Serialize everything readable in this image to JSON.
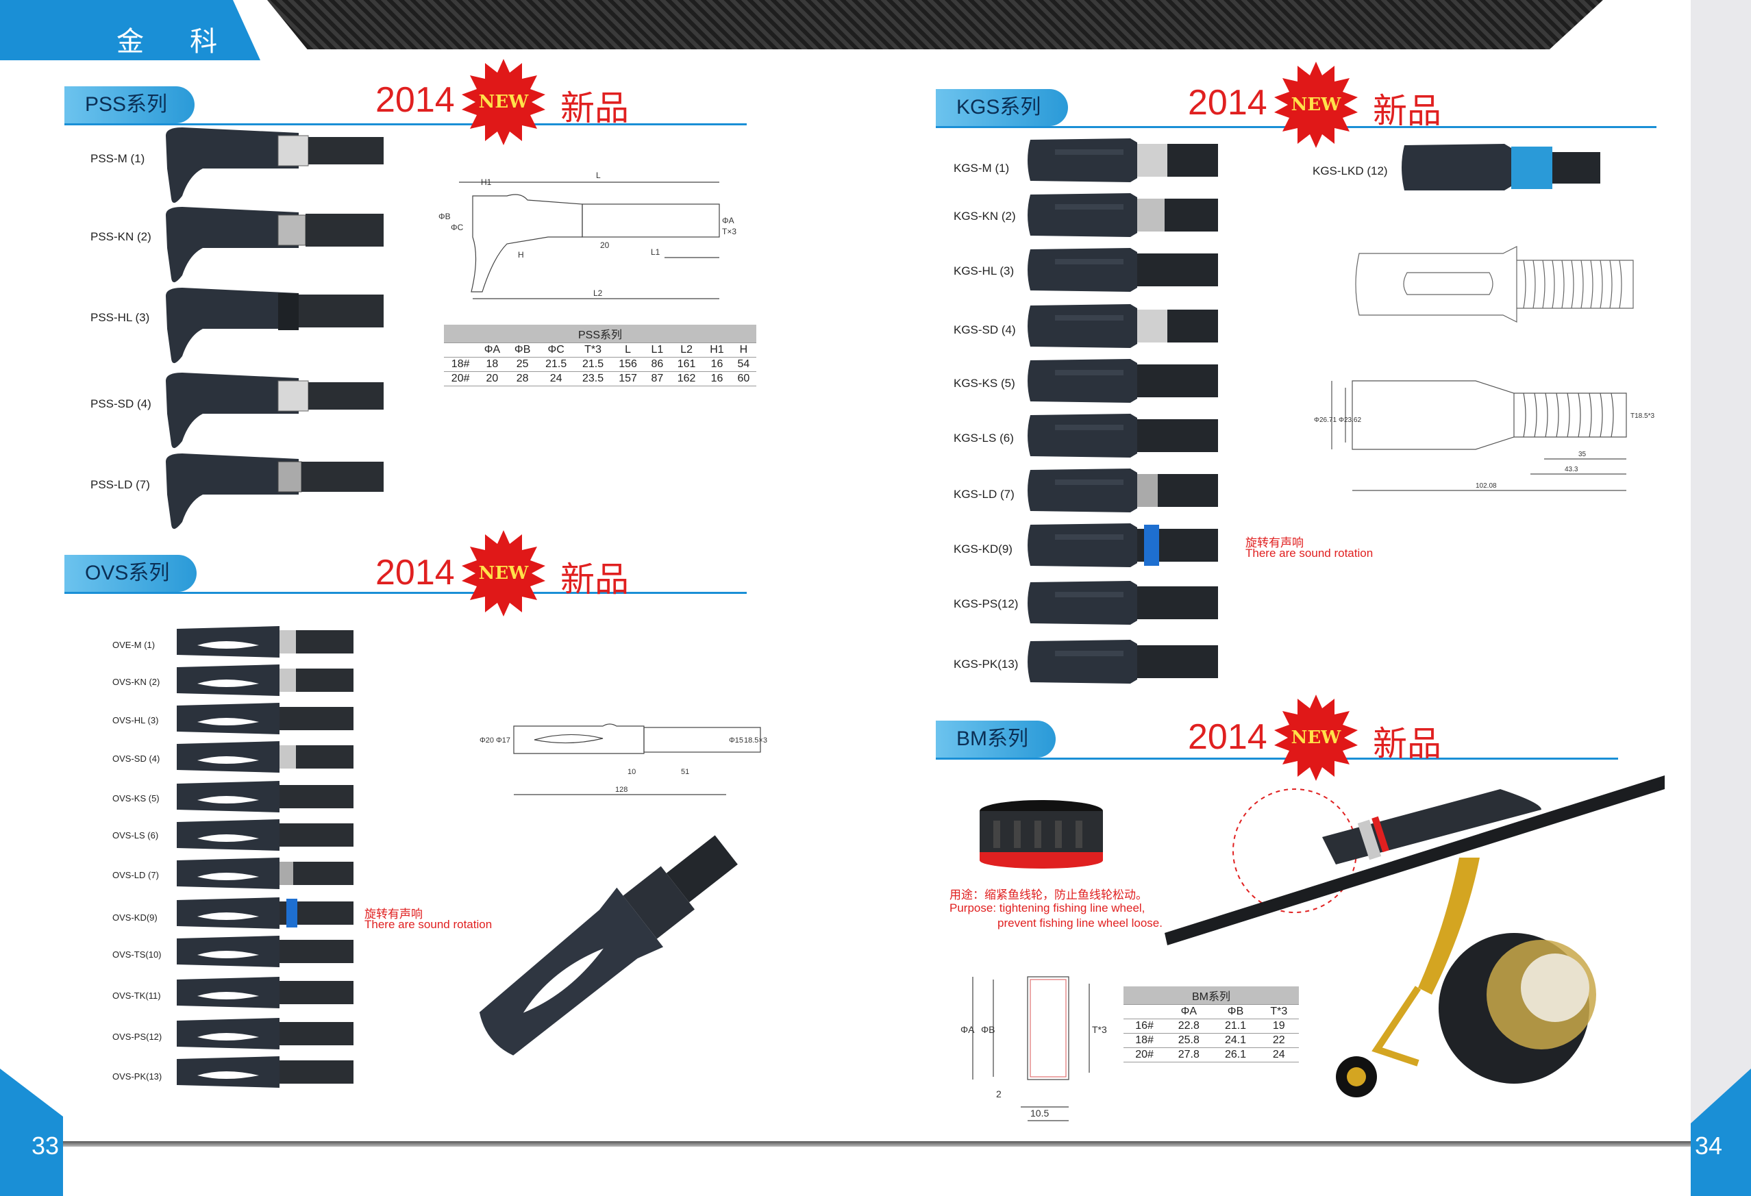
{
  "header": {
    "brand": "金 科"
  },
  "pages": {
    "left": "33",
    "right": "34"
  },
  "badge": {
    "year": "2014",
    "new": "NEW",
    "xinpin": "新品"
  },
  "pss": {
    "title": "PSS系列",
    "items": [
      "PSS-M (1)",
      "PSS-KN (2)",
      "PSS-HL (3)",
      "PSS-SD (4)",
      "PSS-LD (7)"
    ],
    "table": {
      "caption": "PSS系列",
      "headers": [
        "",
        "ΦA",
        "ΦB",
        "ΦC",
        "T*3",
        "L",
        "L1",
        "L2",
        "H1",
        "H"
      ],
      "rows": [
        [
          "18#",
          "18",
          "25",
          "21.5",
          "21.5",
          "156",
          "86",
          "161",
          "16",
          "54"
        ],
        [
          "20#",
          "20",
          "28",
          "24",
          "23.5",
          "157",
          "87",
          "162",
          "16",
          "60"
        ]
      ]
    },
    "drawing": {
      "L": "L",
      "H1": "H1",
      "B": "ΦB",
      "C": "ΦC",
      "H": "H",
      "d20": "20",
      "L1": "L1",
      "A": "ΦA",
      "T": "T×3",
      "L2": "L2"
    }
  },
  "ovs": {
    "title": "OVS系列",
    "items": [
      "OVE-M (1)",
      "OVS-KN (2)",
      "OVS-HL (3)",
      "OVS-SD (4)",
      "OVS-KS (5)",
      "OVS-LS (6)",
      "OVS-LD (7)",
      "OVS-KD(9)",
      "OVS-TS(10)",
      "OVS-TK(11)",
      "OVS-PS(12)",
      "OVS-PK(13)"
    ],
    "note_cn": "旋转有声响",
    "note_en": "There are sound rotation",
    "drawing": {
      "d20": "Φ20",
      "d17": "Φ17",
      "d15": "Φ15",
      "t": "18.5×3",
      "a": "10",
      "b": "51",
      "total": "128"
    }
  },
  "kgs": {
    "title": "KGS系列",
    "items": [
      "KGS-M (1)",
      "KGS-KN (2)",
      "KGS-HL (3)",
      "KGS-SD (4)",
      "KGS-KS (5)",
      "KGS-LS (6)",
      "KGS-LD (7)",
      "KGS-KD(9)",
      "KGS-PS(12)",
      "KGS-PK(13)"
    ],
    "extra": "KGS-LKD (12)",
    "note_cn": "旋转有声响",
    "note_en": "There are sound rotation",
    "drawing": {
      "d1": "Φ26.71",
      "d2": "Φ23.62",
      "t": "T18.5*3",
      "a": "35",
      "b": "43.3",
      "total": "102.08"
    }
  },
  "bm": {
    "title": "BM系列",
    "use_cn": "用途：缩紧鱼线轮，防止鱼线轮松动。",
    "use_en1": "Purpose: tightening fishing line wheel,",
    "use_en2": "prevent fishing line wheel loose.",
    "drawing": {
      "A": "ΦA",
      "B": "ΦB",
      "T": "T*3",
      "d2": "2",
      "d105": "10.5"
    },
    "table": {
      "caption": "BM系列",
      "headers": [
        "",
        "ΦA",
        "ΦB",
        "T*3"
      ],
      "rows": [
        [
          "16#",
          "22.8",
          "21.1",
          "19"
        ],
        [
          "18#",
          "25.8",
          "24.1",
          "22"
        ],
        [
          "20#",
          "27.8",
          "26.1",
          "24"
        ]
      ]
    }
  },
  "colors": {
    "accent": "#1a8fd6",
    "red": "#e02020",
    "grip": "#2b323c"
  }
}
